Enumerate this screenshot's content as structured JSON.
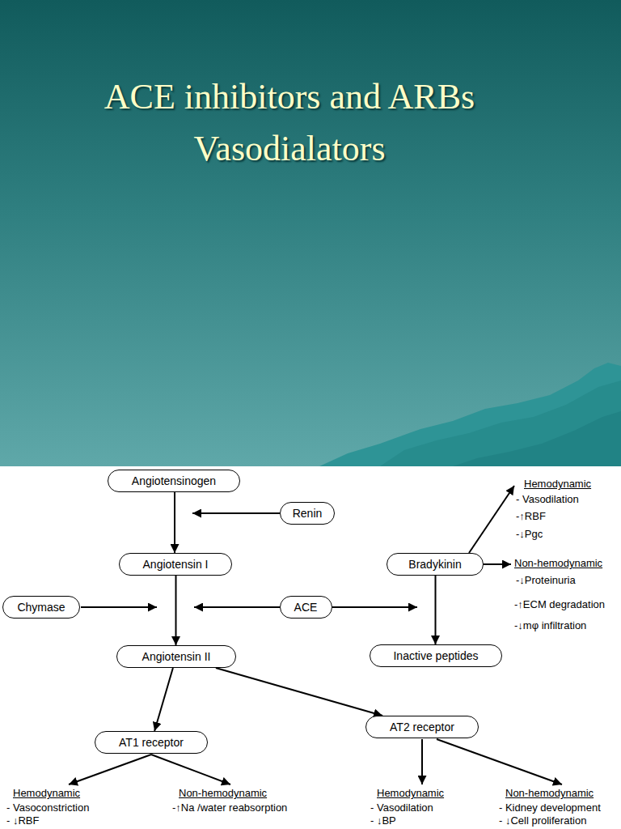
{
  "diagram": {
    "title": "ACE inhibitors and ARBs Vasodialators",
    "nodes": [
      {
        "text": [
          "Angiotensinogen"
        ]
      },
      {
        "text": [
          "Renin"
        ]
      },
      {
        "text": [
          "Angiotensin I"
        ]
      },
      {
        "text": [
          "Bradykinin"
        ]
      },
      {
        "text": [
          "Chymase"
        ]
      },
      {
        "text": [
          "ACE"
        ]
      },
      {
        "text": [
          "Angiotensin II"
        ]
      },
      {
        "text": [
          "Inactive peptides"
        ]
      },
      {
        "text": [
          "AT1 receptor"
        ]
      },
      {
        "text": [
          "AT2 receptor"
        ]
      }
    ],
    "edges": [
      {
        "from": 0,
        "to": 2,
        "arrow": "to"
      },
      {
        "from": 2,
        "to": 6,
        "arrow": "to"
      },
      {
        "from": 3,
        "to": 7,
        "arrow": "to"
      },
      {
        "from": 6,
        "to": 8,
        "arrow": "to"
      },
      {
        "from": 6,
        "to": 9,
        "arrow": "to"
      }
    ],
    "labels": [
      "Hemodynamic",
      "- Vasodilation",
      "-↑RBF",
      "-↓Pgc",
      "Non-hemodynamic",
      "-↓Proteinuria",
      "-↑ECM degradation",
      "-↓mφ infiltration",
      "Hemodynamic",
      "- Vasoconstriction",
      "- ↓RBF",
      "Non-hemodynamic",
      "-↑Na /water reabsorption",
      "Hemodynamic",
      "- Vasodilation",
      "- ↓BP",
      "Non-hemodynamic",
      "- Kidney development",
      "- ↓Cell proliferation"
    ]
  }
}
